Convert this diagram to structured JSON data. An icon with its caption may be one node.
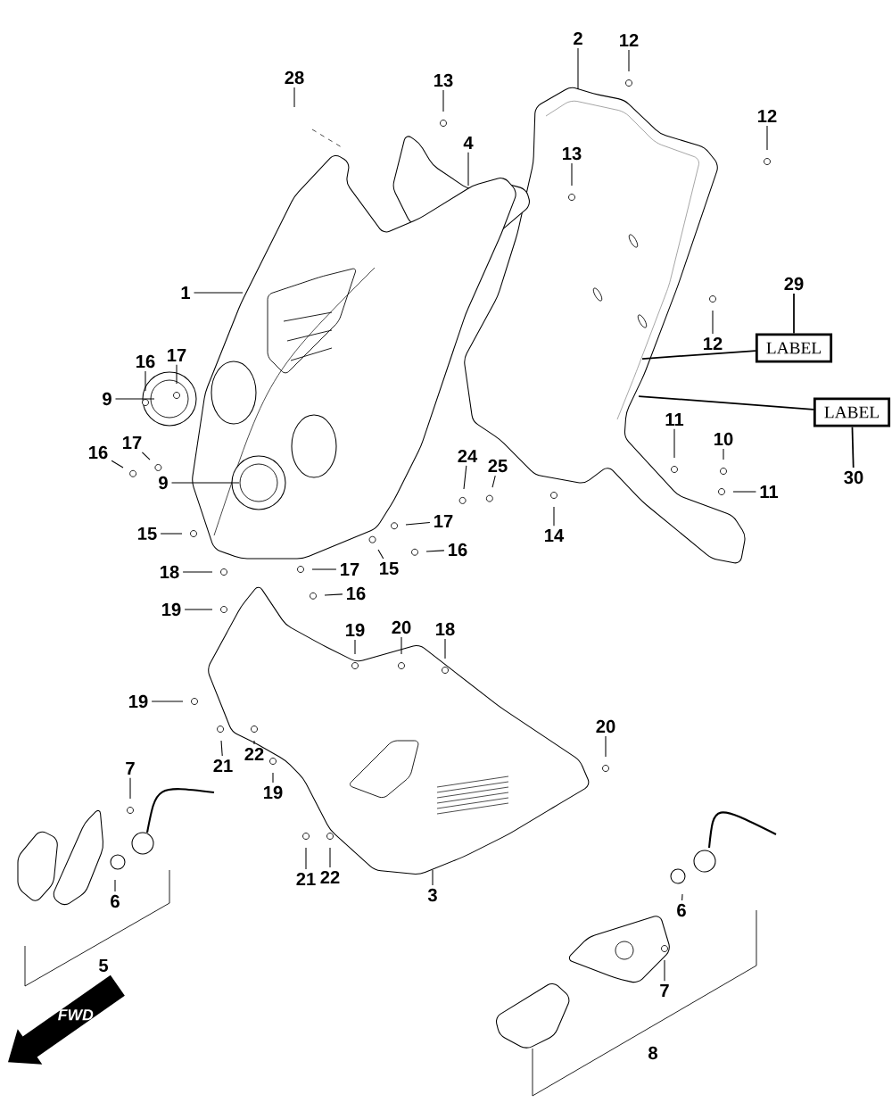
{
  "diagram": {
    "nodes": [
      {
        "text": [
          "28"
        ]
      },
      {
        "text": [
          "2"
        ]
      },
      {
        "text": [
          "12"
        ]
      },
      {
        "text": [
          "13"
        ]
      },
      {
        "text": [
          "12"
        ]
      },
      {
        "text": [
          "4"
        ]
      },
      {
        "text": [
          "13"
        ]
      },
      {
        "text": [
          "1"
        ]
      },
      {
        "text": [
          "29"
        ]
      },
      {
        "text": [
          "LABEL"
        ]
      },
      {
        "text": [
          "12"
        ]
      },
      {
        "text": [
          "16"
        ]
      },
      {
        "text": [
          "17"
        ]
      },
      {
        "text": [
          "9"
        ]
      },
      {
        "text": [
          "LABEL"
        ]
      },
      {
        "text": [
          "30"
        ]
      },
      {
        "text": [
          "11"
        ]
      },
      {
        "text": [
          "10"
        ]
      },
      {
        "text": [
          "16"
        ]
      },
      {
        "text": [
          "17"
        ]
      },
      {
        "text": [
          "24"
        ]
      },
      {
        "text": [
          "25"
        ]
      },
      {
        "text": [
          "9"
        ]
      },
      {
        "text": [
          "11"
        ]
      },
      {
        "text": [
          "17"
        ]
      },
      {
        "text": [
          "15"
        ]
      },
      {
        "text": [
          "14"
        ]
      },
      {
        "text": [
          "16"
        ]
      },
      {
        "text": [
          "17"
        ]
      },
      {
        "text": [
          "15"
        ]
      },
      {
        "text": [
          "18"
        ]
      },
      {
        "text": [
          "16"
        ]
      },
      {
        "text": [
          "19"
        ]
      },
      {
        "text": [
          "19"
        ]
      },
      {
        "text": [
          "20"
        ]
      },
      {
        "text": [
          "18"
        ]
      },
      {
        "text": [
          "19"
        ]
      },
      {
        "text": [
          "20"
        ]
      },
      {
        "text": [
          "7"
        ]
      },
      {
        "text": [
          "21"
        ]
      },
      {
        "text": [
          "22"
        ]
      },
      {
        "text": [
          "19"
        ]
      },
      {
        "text": [
          "6"
        ]
      },
      {
        "text": [
          "21"
        ]
      },
      {
        "text": [
          "22"
        ]
      },
      {
        "text": [
          "3"
        ]
      },
      {
        "text": [
          "6"
        ]
      },
      {
        "text": [
          "7"
        ]
      }
    ],
    "edges": [
      {
        "from": 0,
        "to": null,
        "arrow": "none"
      },
      {
        "from": 1,
        "to": null,
        "arrow": "none"
      },
      {
        "from": 2,
        "to": null,
        "arrow": "none"
      },
      {
        "from": 3,
        "to": null,
        "arrow": "none"
      },
      {
        "from": 4,
        "to": null,
        "arrow": "none"
      },
      {
        "from": 5,
        "to": null,
        "arrow": "none"
      },
      {
        "from": 6,
        "to": null,
        "arrow": "none"
      },
      {
        "from": 7,
        "to": null,
        "arrow": "none"
      },
      {
        "from": 8,
        "to": 9,
        "arrow": "none"
      },
      {
        "from": 9,
        "to": null,
        "arrow": "none"
      },
      {
        "from": 10,
        "to": null,
        "arrow": "none"
      },
      {
        "from": 11,
        "to": null,
        "arrow": "none"
      },
      {
        "from": 12,
        "to": null,
        "arrow": "none"
      },
      {
        "from": 13,
        "to": null,
        "arrow": "none"
      },
      {
        "from": 15,
        "to": 14,
        "arrow": "none"
      },
      {
        "from": 14,
        "to": null,
        "arrow": "none"
      },
      {
        "from": 16,
        "to": null,
        "arrow": "none"
      },
      {
        "from": 17,
        "to": null,
        "arrow": "none"
      },
      {
        "from": 18,
        "to": null,
        "arrow": "none"
      },
      {
        "from": 19,
        "to": null,
        "arrow": "none"
      },
      {
        "from": 20,
        "to": null,
        "arrow": "none"
      },
      {
        "from": 21,
        "to": null,
        "arrow": "none"
      },
      {
        "from": 22,
        "to": null,
        "arrow": "none"
      },
      {
        "from": 23,
        "to": null,
        "arrow": "none"
      },
      {
        "from": 24,
        "to": null,
        "arrow": "none"
      },
      {
        "from": 25,
        "to": null,
        "arrow": "none"
      },
      {
        "from": 26,
        "to": null,
        "arrow": "none"
      },
      {
        "from": 27,
        "to": null,
        "arrow": "none"
      },
      {
        "from": 28,
        "to": null,
        "arrow": "none"
      },
      {
        "from": 29,
        "to": null,
        "arrow": "none"
      },
      {
        "from": 30,
        "to": null,
        "arrow": "none"
      },
      {
        "from": 31,
        "to": null,
        "arrow": "none"
      },
      {
        "from": 32,
        "to": null,
        "arrow": "none"
      },
      {
        "from": 33,
        "to": null,
        "arrow": "none"
      },
      {
        "from": 34,
        "to": null,
        "arrow": "none"
      },
      {
        "from": 35,
        "to": null,
        "arrow": "none"
      },
      {
        "from": 36,
        "to": null,
        "arrow": "none"
      },
      {
        "from": 37,
        "to": null,
        "arrow": "none"
      },
      {
        "from": 38,
        "to": null,
        "arrow": "none"
      },
      {
        "from": 39,
        "to": null,
        "arrow": "none"
      },
      {
        "from": 40,
        "to": null,
        "arrow": "none"
      },
      {
        "from": 41,
        "to": null,
        "arrow": "none"
      },
      {
        "from": 42,
        "to": null,
        "arrow": "none"
      },
      {
        "from": 43,
        "to": null,
        "arrow": "none"
      },
      {
        "from": 44,
        "to": null,
        "arrow": "none"
      },
      {
        "from": 45,
        "to": null,
        "arrow": "none"
      },
      {
        "from": 46,
        "to": null,
        "arrow": "none"
      },
      {
        "from": 47,
        "to": null,
        "arrow": "none"
      }
    ],
    "labels": [
      "5",
      "8",
      "FWD"
    ]
  }
}
